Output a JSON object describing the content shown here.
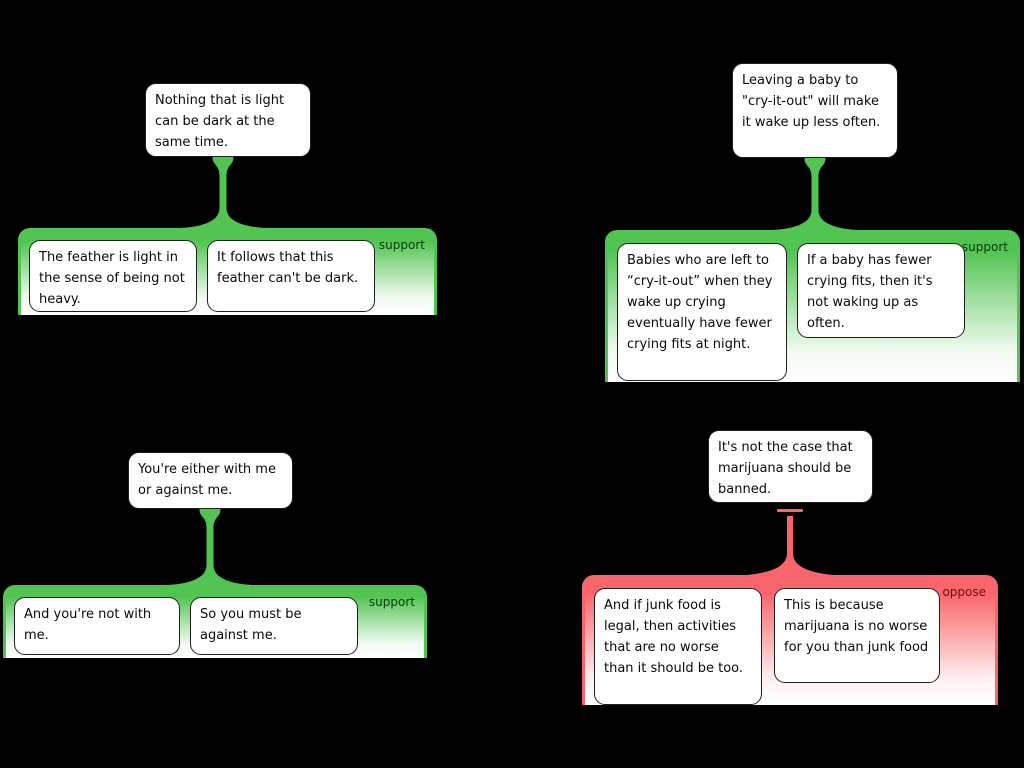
{
  "diagram_type": "argument-map",
  "colors": {
    "background": "#000000",
    "support": "#52c452",
    "support_label": "#0d3a0d",
    "oppose": "#f8666b",
    "oppose_label": "#6b1216",
    "node_fill": "#ffffff",
    "node_border": "#202020"
  },
  "maps": [
    {
      "relation": "support",
      "label": "support",
      "conclusion": "Nothing that is light can be dark at the same time.",
      "premises": [
        "The feather is light in the sense of being not heavy.",
        "It follows that this feather can't be dark."
      ]
    },
    {
      "relation": "support",
      "label": "support",
      "conclusion": "Leaving a baby to \"cry-it-out\" will make it wake up less often.",
      "premises": [
        "Babies who are left to “cry-it-out” when they wake up crying eventually have fewer crying fits at night.",
        "If a baby has fewer crying fits, then it's not waking up as often."
      ]
    },
    {
      "relation": "support",
      "label": "support",
      "conclusion": "You're either with me or against me.",
      "premises": [
        "And you're not with me.",
        "So you must be against me."
      ]
    },
    {
      "relation": "oppose",
      "label": "oppose",
      "conclusion": "It's not the case that marijuana should be banned.",
      "premises": [
        "And if junk food is legal, then activities that are no worse than it should be too.",
        "This is because marijuana is no worse for you than junk food"
      ]
    }
  ]
}
